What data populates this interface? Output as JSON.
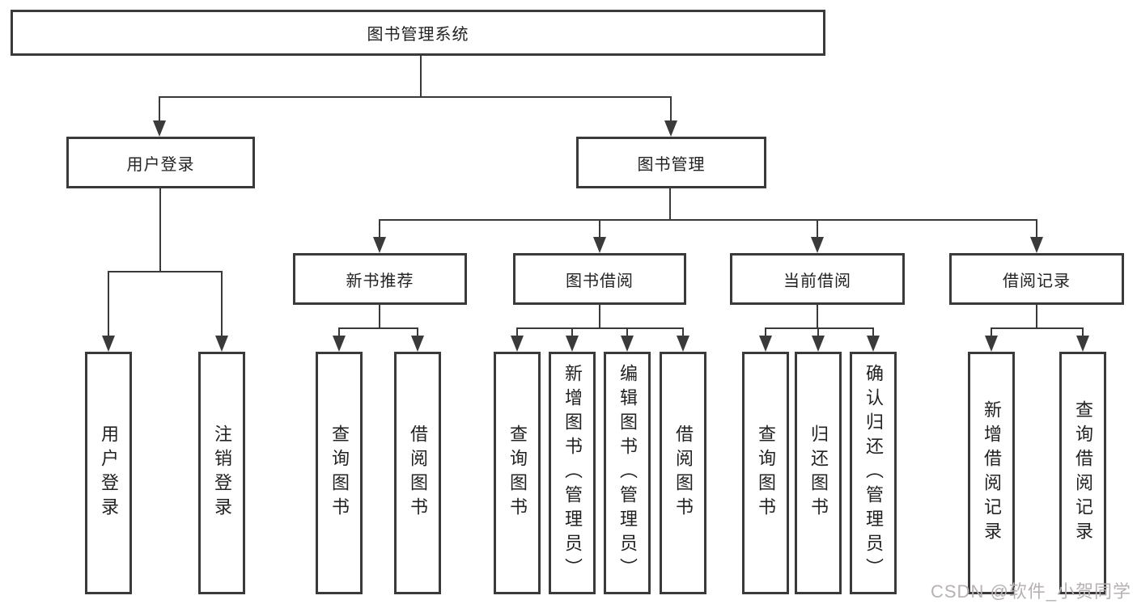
{
  "diagram": {
    "root": "图书管理系统",
    "level2": [
      "用户登录",
      "图书管理"
    ],
    "level3": [
      "新书推荐",
      "图书借阅",
      "当前借阅",
      "借阅记录"
    ],
    "leaf_groups": [
      [
        "用户登录",
        "注销登录"
      ],
      [
        "查询图书",
        "借阅图书"
      ],
      [
        "查询图书",
        "新增图书（管理员）",
        "编辑图书（管理员）",
        "借阅图书"
      ],
      [
        "查询图书",
        "归还图书",
        "确认归还（管理员）"
      ],
      [
        "新增借阅记录",
        "查询借阅记录"
      ]
    ]
  },
  "watermark": "CSDN @软件_小贺同学",
  "colors": {
    "line": "#3a3a3a",
    "text": "#222222",
    "background": "#ffffff",
    "watermark": "#b7b1b1"
  }
}
